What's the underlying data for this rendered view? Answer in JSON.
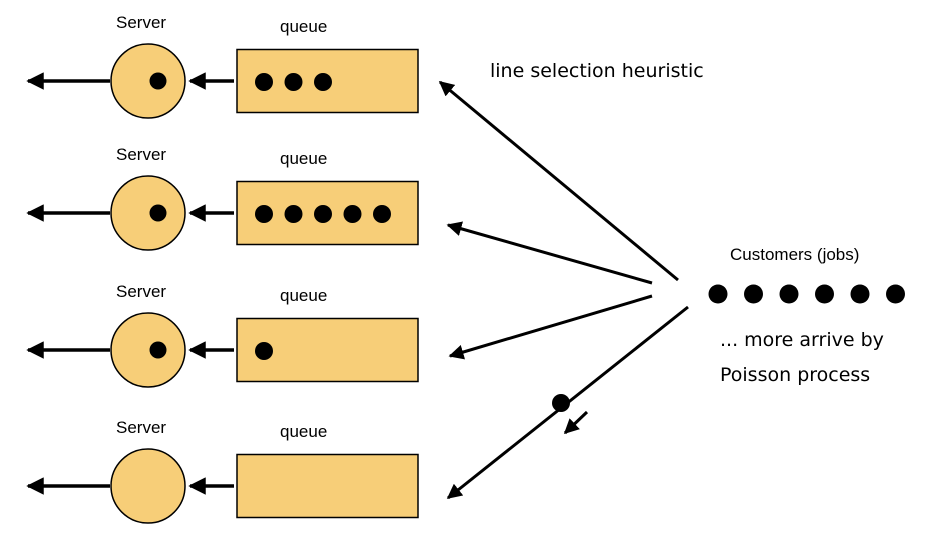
{
  "colors": {
    "fill": "#f7ce78",
    "stroke": "#000000",
    "background": "#ffffff"
  },
  "lanes": [
    {
      "server_label": "Server",
      "queue_label": "queue",
      "queue_count": 3,
      "server_busy": true
    },
    {
      "server_label": "Server",
      "queue_label": "queue",
      "queue_count": 5,
      "server_busy": true
    },
    {
      "server_label": "Server",
      "queue_label": "queue",
      "queue_count": 1,
      "server_busy": true
    },
    {
      "server_label": "Server",
      "queue_label": "queue",
      "queue_count": 0,
      "server_busy": false
    }
  ],
  "heuristic_label": "line selection heuristic",
  "customers": {
    "title": "Customers (jobs)",
    "count": 6,
    "note_line1": "... more arrive by",
    "note_line2": "Poisson process"
  }
}
